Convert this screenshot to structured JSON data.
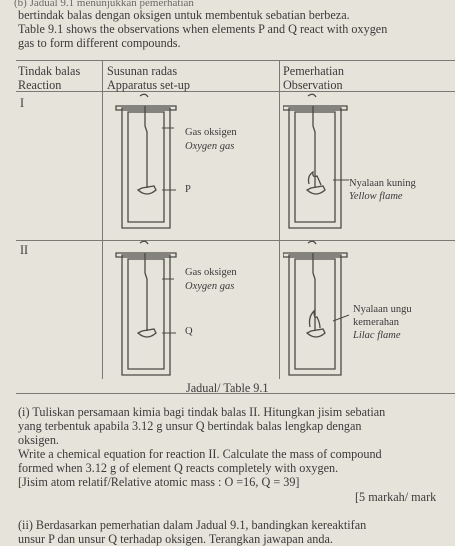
{
  "intro": {
    "line0": "(b) Jadual 9.1 menunjukkan pemerhatian",
    "line1": "bertindak balas dengan oksigen untuk membentuk sebatian berbeza.",
    "line2": "Table 9.1 shows the observations when elements P and Q react with oxygen",
    "line3": "gas to form different compounds."
  },
  "table": {
    "headers": {
      "reaction_ms": "Tindak balas",
      "reaction_en": "Reaction",
      "apparatus_ms": "Susunan radas",
      "apparatus_en": "Apparatus set-up",
      "observation_ms": "Pemerhatian",
      "observation_en": "Observation"
    },
    "rows": [
      {
        "id": "I",
        "gas_ms": "Gas oksigen",
        "gas_en": "Oxygen gas",
        "element": "P",
        "obs_ms": "Nyalaan kuning",
        "obs_en": "Yellow flame"
      },
      {
        "id": "II",
        "gas_ms": "Gas oksigen",
        "gas_en": "Oxygen gas",
        "element": "Q",
        "obs_ms_1": "Nyalaan ungu",
        "obs_ms_2": "kemerahan",
        "obs_en": "Lilac flame"
      }
    ],
    "caption": "Jadual/ Table 9.1"
  },
  "question_i": {
    "ms_1": "(i) Tuliskan persamaan kimia bagi tindak balas II. Hitungkan jisim sebatian",
    "ms_2": "yang terbentuk apabila 3.12 g unsur Q bertindak balas lengkap dengan",
    "ms_3": "oksigen.",
    "en_1": "Write a chemical equation for reaction II. Calculate the mass of compound",
    "en_2": "formed when 3.12 g of element Q reacts completely with oxygen.",
    "ram": "[Jisim atom relatif/Relative atomic mass : O =16, Q = 39]",
    "marks": "[5 markah/ mark"
  },
  "question_ii": {
    "ms_1": "(ii) Berdasarkan pemerhatian dalam Jadual 9.1, bandingkan kereaktifan",
    "ms_2": "unsur P dan unsur Q terhadap oksigen. Terangkan jawapan anda."
  }
}
